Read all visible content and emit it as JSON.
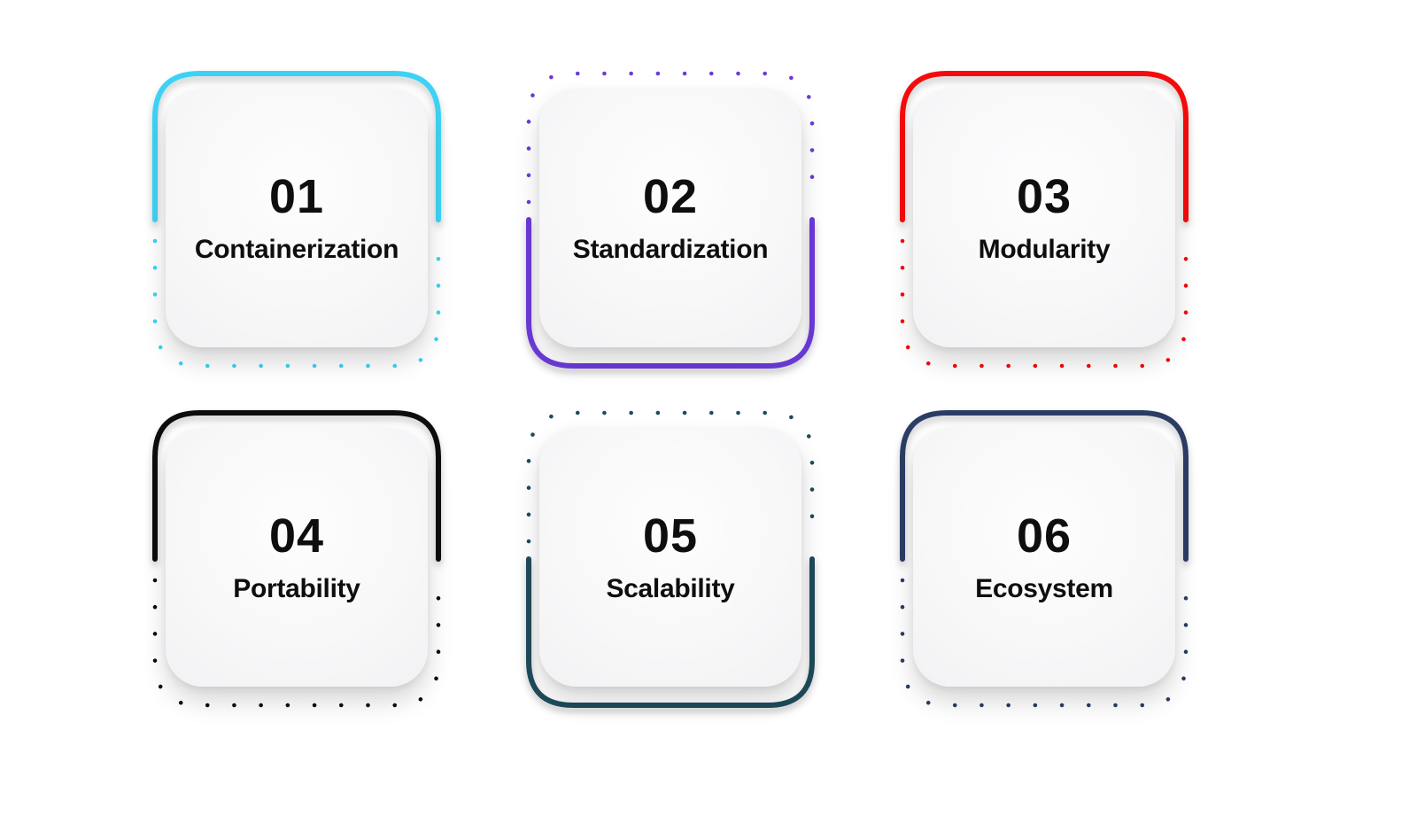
{
  "page": {
    "background_color": "#ffffff",
    "text_color": "#0e0e0e"
  },
  "cards": [
    {
      "number": "01",
      "label": "Containerization",
      "accent": "#3DD2F5",
      "accent_name": "cyan",
      "border_style": "solid-top-dotted-bottom"
    },
    {
      "number": "02",
      "label": "Standardization",
      "accent": "#6B3AD9",
      "accent_name": "purple",
      "border_style": "dotted-top-solid-bottom"
    },
    {
      "number": "03",
      "label": "Modularity",
      "accent": "#F50B0B",
      "accent_name": "red",
      "border_style": "solid-top-dotted-bottom"
    },
    {
      "number": "04",
      "label": "Portability",
      "accent": "#0d0d0d",
      "accent_name": "black",
      "border_style": "solid-top-dotted-bottom"
    },
    {
      "number": "05",
      "label": "Scalability",
      "accent": "#1E4B5A",
      "accent_name": "teal",
      "border_style": "dotted-top-solid-bottom"
    },
    {
      "number": "06",
      "label": "Ecosystem",
      "accent": "#2B3D64",
      "accent_name": "navy",
      "border_style": "solid-top-dotted-bottom"
    }
  ]
}
